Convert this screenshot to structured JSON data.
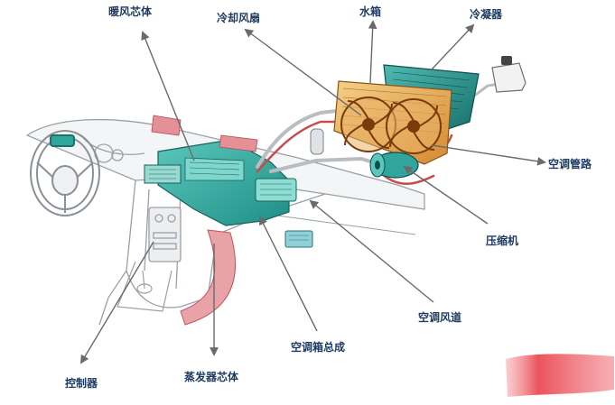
{
  "labels": {
    "heater_core": "暖风芯体",
    "cooling_fan": "冷却风扇",
    "radiator": "水箱",
    "condenser": "冷凝器",
    "ac_pipes": "空调管路",
    "compressor": "压缩机",
    "ac_duct": "空调风道",
    "ac_box_assembly": "空调箱总成",
    "evaporator_core": "蒸发器芯体",
    "controller": "控制器"
  },
  "colors": {
    "label_text": "#1f3b63",
    "arrow": "#6a6a6a",
    "hvac_box": "#2fa59b",
    "radiator": "#e0a84c",
    "condenser": "#1f8a84",
    "pipe": "#c94a4a",
    "dash_outline": "#9aa0a6",
    "red_mark": "#e8343f"
  },
  "icons": {
    "arrowhead": "arrow-head-icon"
  }
}
